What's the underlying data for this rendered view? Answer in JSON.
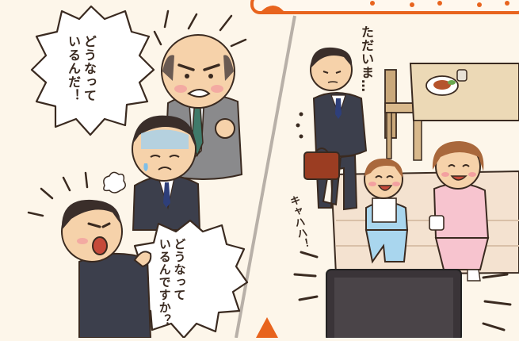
{
  "panel_left": {
    "boss_bubble": {
      "line1": "どうなって",
      "line2": "いるんだ！"
    },
    "worker_bubble": {
      "line1": "どうなって",
      "line2": "いるんですか？"
    }
  },
  "panel_right": {
    "greeting": "ただいま…",
    "laugh": "キャハハ！"
  },
  "colors": {
    "background": "#fdf6ea",
    "accent_orange": "#e8641e",
    "divider": "#b8b0a8"
  }
}
